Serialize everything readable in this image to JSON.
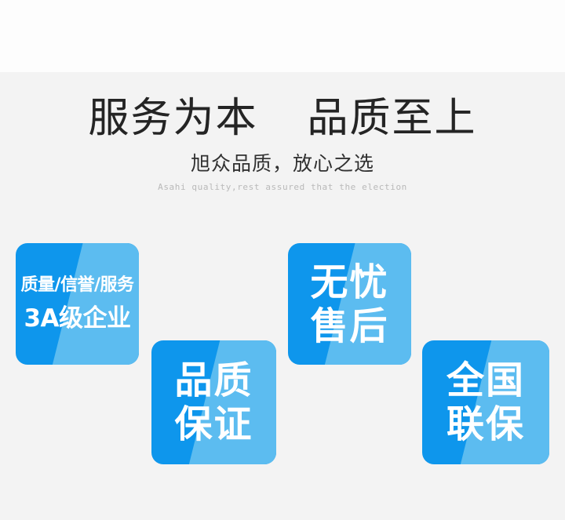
{
  "page": {
    "background_color": "#f3f3f3",
    "top_band_color": "#fdfdfd"
  },
  "heading": {
    "title_left": "服务为本",
    "title_right": "品质至上",
    "subtitle_cn": "旭众品质，放心之选",
    "subtitle_en": "Asahi quality,rest assured that the election",
    "title_color": "#242424",
    "subtitle_cn_color": "#303030",
    "subtitle_en_color": "#b9b9b9"
  },
  "badges": [
    {
      "name": "quality-credit-service",
      "line_top": "质量/信誉/服务",
      "line_bottom": "3A级企业",
      "base_color": "#0e96ec",
      "stripe_color": "#5cbcf0"
    },
    {
      "name": "quality-guarantee",
      "line_top": "品质",
      "line_bottom": "保证",
      "base_color": "#0e96ec",
      "stripe_color": "#5cbcf0"
    },
    {
      "name": "worry-free-after-sales",
      "line_top": "无忧",
      "line_bottom": "售后",
      "base_color": "#0e96ec",
      "stripe_color": "#5cbcf0"
    },
    {
      "name": "nationwide-warranty",
      "line_top": "全国",
      "line_bottom": "联保",
      "base_color": "#0e96ec",
      "stripe_color": "#5cbcf0"
    }
  ]
}
